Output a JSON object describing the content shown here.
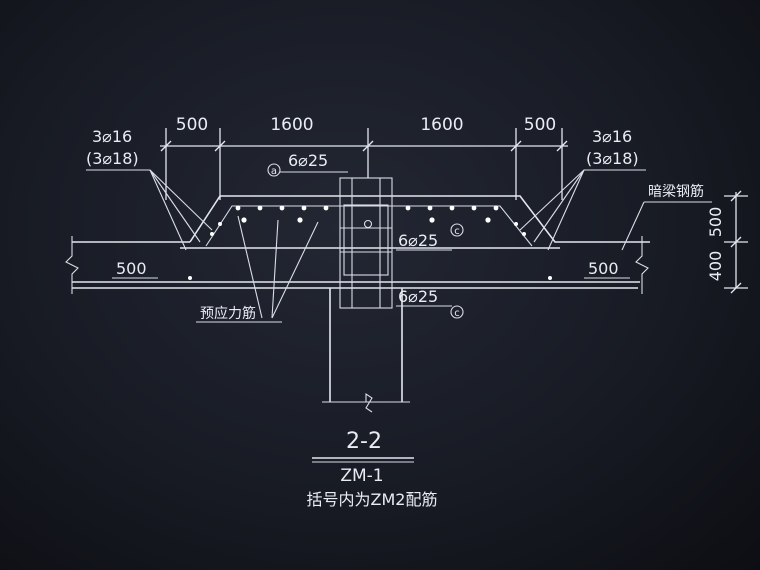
{
  "colors": {
    "background": "#181b24",
    "line": "#e4e7ee",
    "text": "#e9ecf2"
  },
  "dimensions": {
    "left_outer": "500",
    "left_inner": "1600",
    "right_inner": "1600",
    "right_outer": "500",
    "slab_left": "500",
    "slab_right": "500",
    "vertical_top": "500",
    "vertical_bottom": "400"
  },
  "rebar_labels": {
    "left_main": "3⌀16",
    "left_alt": "(3⌀18)",
    "right_main": "3⌀16",
    "right_alt": "(3⌀18)",
    "top_bars": "6⌀25",
    "middle_bars": "6⌀25",
    "bottom_bars": "6⌀25"
  },
  "callouts": {
    "top": "a",
    "middle": "c",
    "bottom": "c"
  },
  "notes": {
    "hidden_beam": "暗梁钢筋",
    "prestress": "预应力筋"
  },
  "section": {
    "mark": "2-2",
    "name": "ZM-1",
    "note": "括号内为ZM2配筋"
  }
}
